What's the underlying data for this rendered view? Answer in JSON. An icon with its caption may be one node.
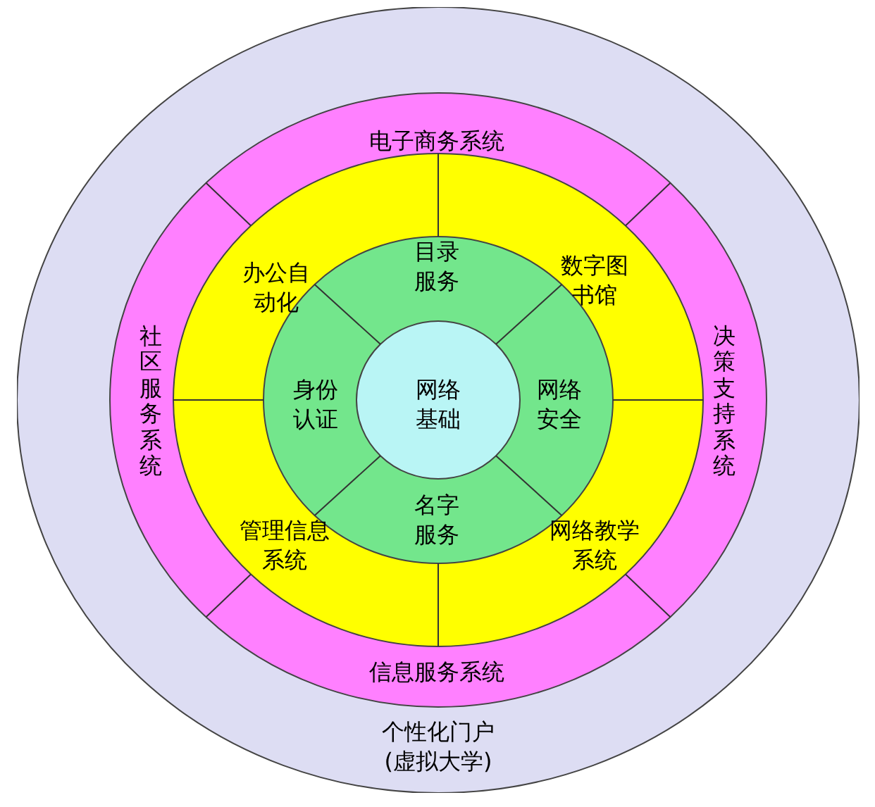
{
  "diagram": {
    "nodes": [
      {
        "text": [
          "个性化门户(虚拟大学)"
        ]
      },
      {
        "text": [
          "电子商务系统"
        ],
        "in": 0
      },
      {
        "text": [
          "社区服务系统"
        ],
        "in": 0
      },
      {
        "text": [
          "决策支持系统"
        ],
        "in": 0
      },
      {
        "text": [
          "信息服务系统"
        ],
        "in": 0
      },
      {
        "text": [
          "办公自动化"
        ],
        "in": 0
      },
      {
        "text": [
          "数字图书馆"
        ],
        "in": 0
      },
      {
        "text": [
          "管理信息系统"
        ],
        "in": 0
      },
      {
        "text": [
          "网络教学系统"
        ],
        "in": 0
      },
      {
        "text": [
          "目录服务"
        ],
        "in": 0
      },
      {
        "text": [
          "身份认证"
        ],
        "in": 0
      },
      {
        "text": [
          "网络安全"
        ],
        "in": 0
      },
      {
        "text": [
          "名字服务"
        ],
        "in": 0
      },
      {
        "text": [
          "网络基础"
        ],
        "in": 0
      }
    ]
  }
}
